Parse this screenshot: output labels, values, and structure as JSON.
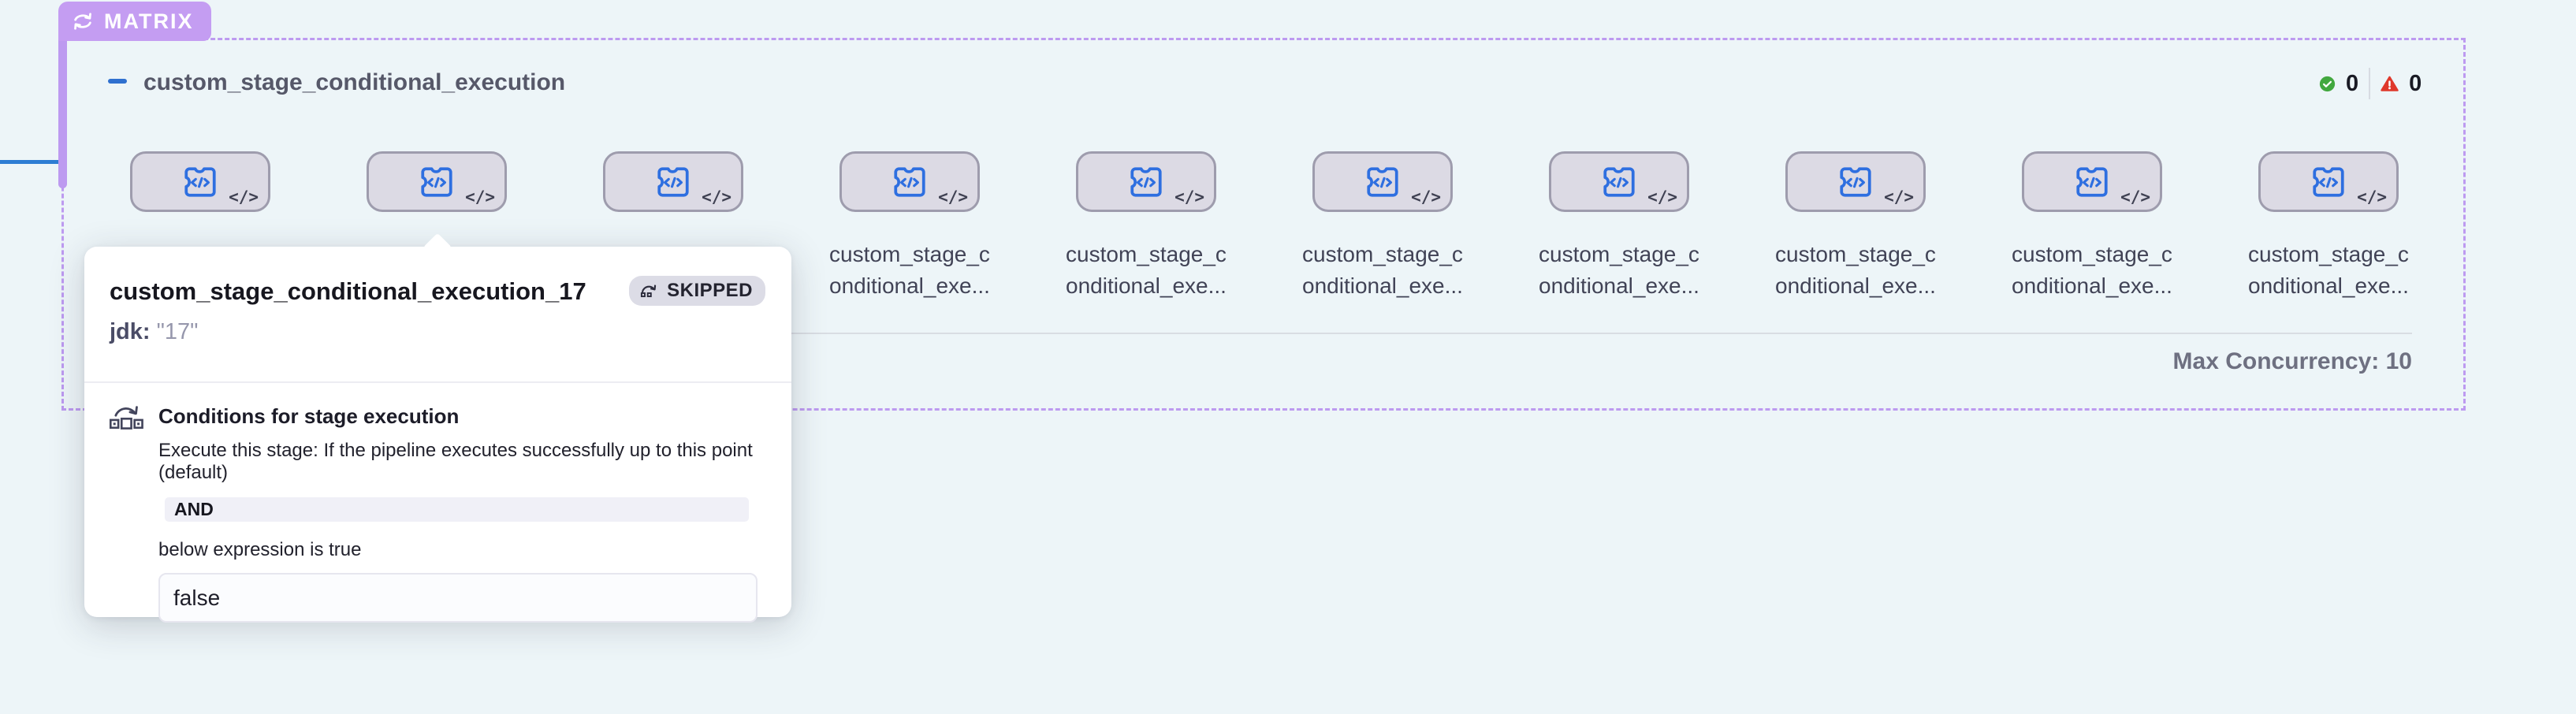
{
  "matrix": {
    "badge_label": "MATRIX",
    "stage_title": "custom_stage_conditional_execution",
    "success_count": "0",
    "warning_count": "0",
    "node_count": 10,
    "node_corner_glyph": "</>",
    "node_label": "custom_stage_c\nonditional_exe...",
    "hidden_label_nodes": 3,
    "max_concurrency_label": "Max Concurrency: 10"
  },
  "popover": {
    "title": "custom_stage_conditional_execution_17",
    "status_label": "SKIPPED",
    "param_key": "jdk:",
    "param_value": "\"17\"",
    "conditions_heading": "Conditions for stage execution",
    "conditions_description": "Execute this stage: If the pipeline executes successfully up to this point (default)",
    "operator_label": "AND",
    "subtext": "below expression is true",
    "expression_value": "false"
  },
  "colors": {
    "background": "#edf5f8",
    "matrix_purple": "#c49df2",
    "dashed_border": "#bd9af0",
    "connector_blue": "#2e7dd3",
    "node_fill": "#dcdae4",
    "node_border": "#9e9cad",
    "node_icon_blue": "#2e6fe0",
    "success_green": "#42a83f",
    "warning_red": "#df382b"
  }
}
